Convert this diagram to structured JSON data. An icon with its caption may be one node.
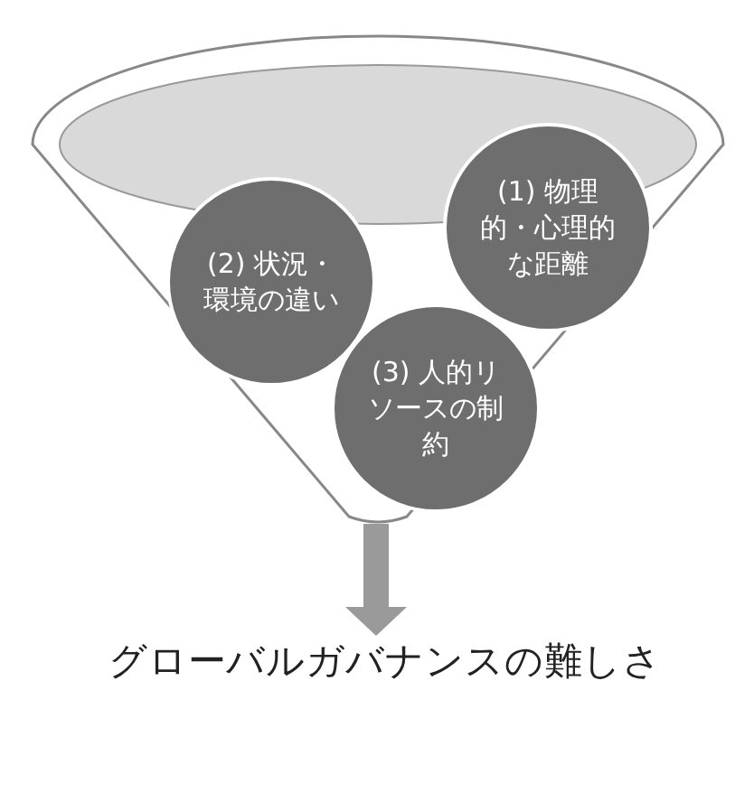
{
  "diagram": {
    "nodes": [
      {
        "text": [],
        "shape": "funnel"
      },
      {
        "text": [
          "(1) 物理的・心理的な距離"
        ],
        "in": 0
      },
      {
        "text": [
          "(2) 状況・環境の違い"
        ],
        "in": 0
      },
      {
        "text": [
          "(3) 人的リソースの制約"
        ],
        "in": 0
      },
      {
        "text": [
          "グローバルガバナンスの難しさ"
        ]
      }
    ],
    "edges": [
      {
        "from": 0,
        "to": 4,
        "arrow": "to"
      }
    ]
  }
}
